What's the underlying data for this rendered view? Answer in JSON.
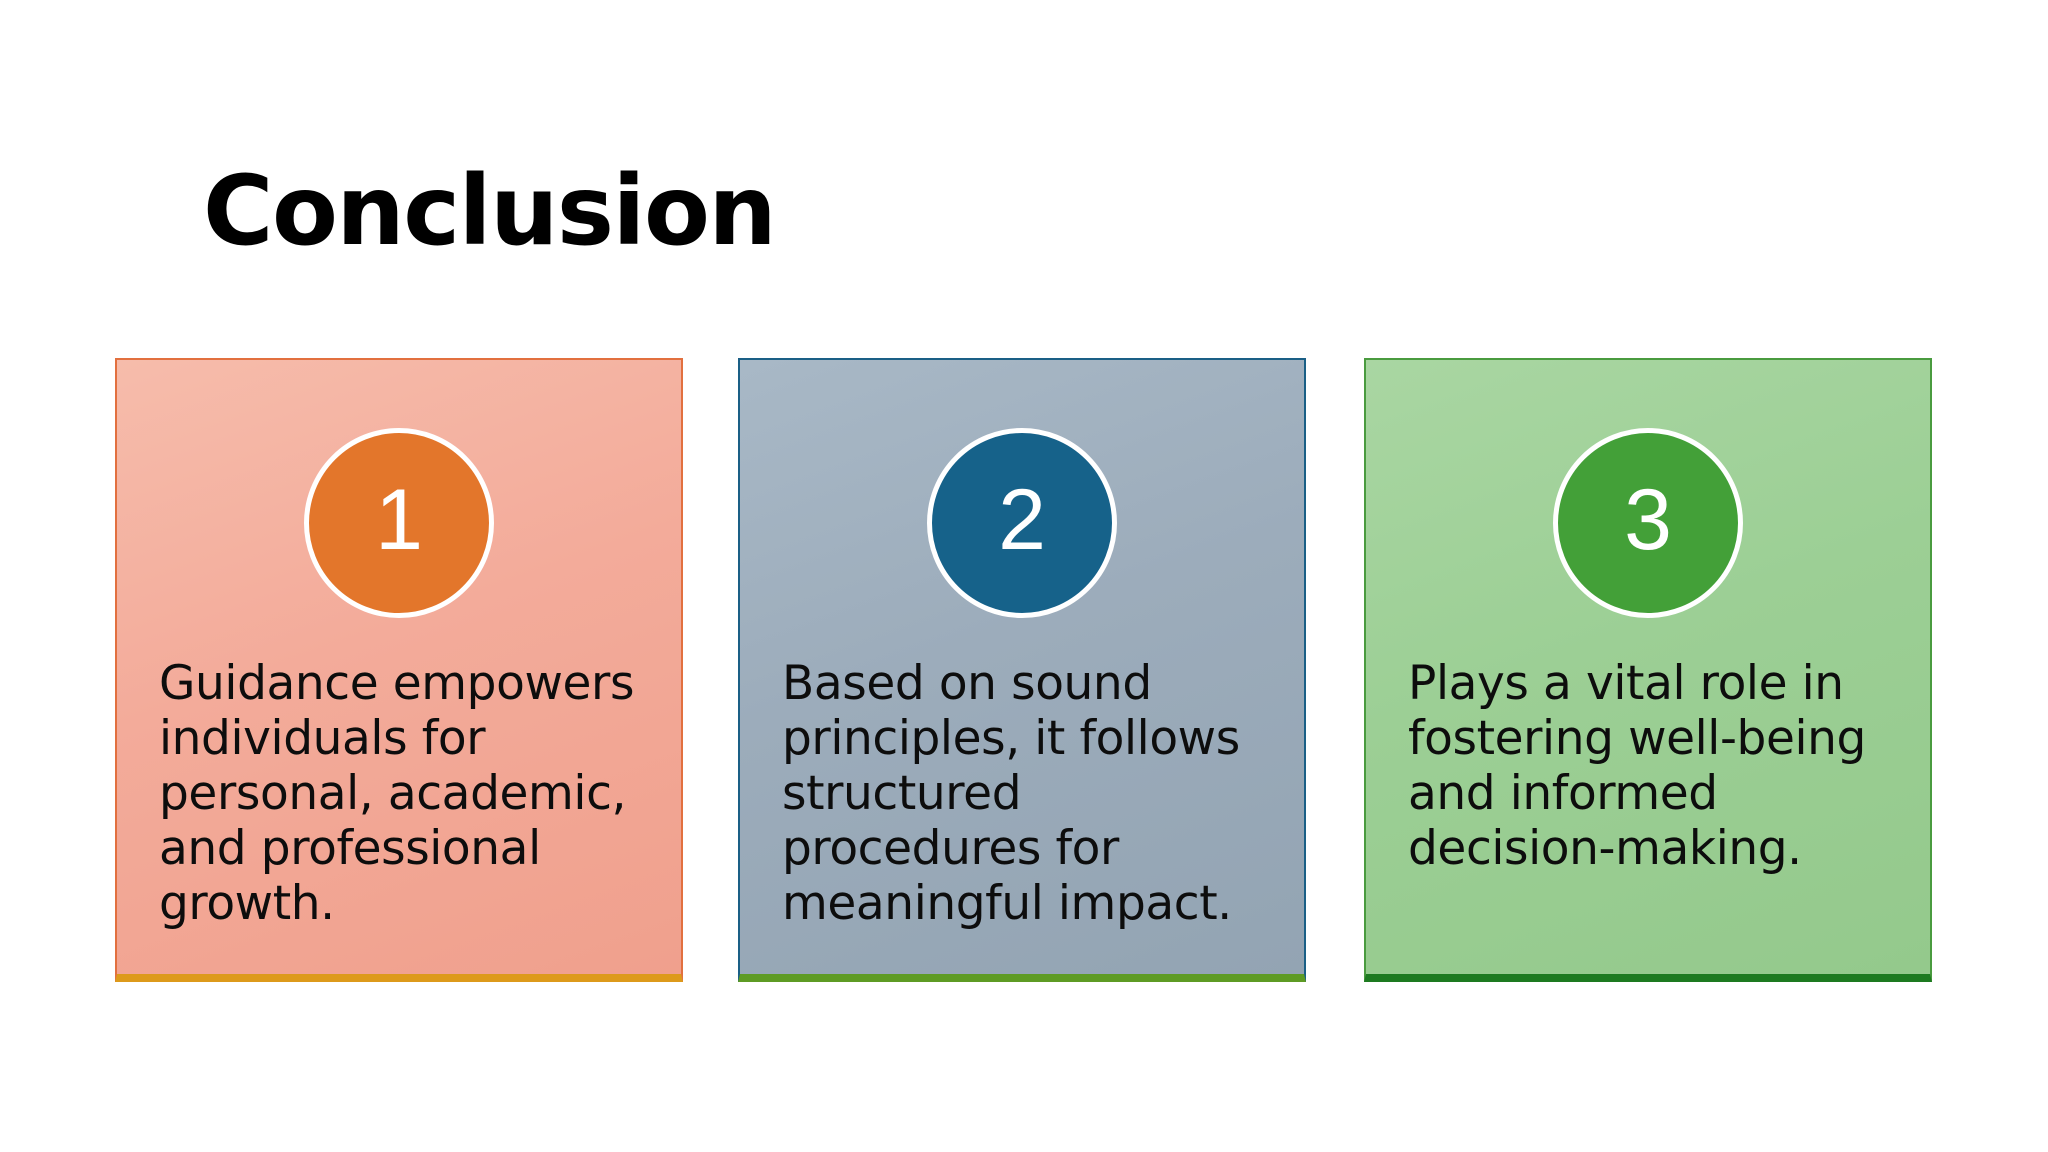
{
  "slide": {
    "title": "Conclusion",
    "background_color": "#ffffff"
  },
  "cards": [
    {
      "number": "1",
      "text": "Guidance empowers individuals for personal, academic, and professional growth.",
      "fill_color": "#f3ab9a",
      "border_color": "#e2703f",
      "accent_bottom_color": "#dd9a1b",
      "badge_color": "#e3762b",
      "badge_ring_color": "#ffffff",
      "text_color": "#0d0d0d"
    },
    {
      "number": "2",
      "text": "Based on sound principles, it follows structured procedures for meaningful impact.",
      "fill_color": "#9cacbb",
      "border_color": "#1a5f86",
      "accent_bottom_color": "#5e9b24",
      "badge_color": "#16628a",
      "badge_ring_color": "#ffffff",
      "text_color": "#0d0d0d"
    },
    {
      "number": "3",
      "text": "Plays a vital role in fostering well-being and informed decision-making.",
      "fill_color": "#9ccf95",
      "border_color": "#4a9b3f",
      "accent_bottom_color": "#1d7a20",
      "badge_color": "#43a038",
      "badge_ring_color": "#ffffff",
      "text_color": "#0d0d0d"
    }
  ]
}
